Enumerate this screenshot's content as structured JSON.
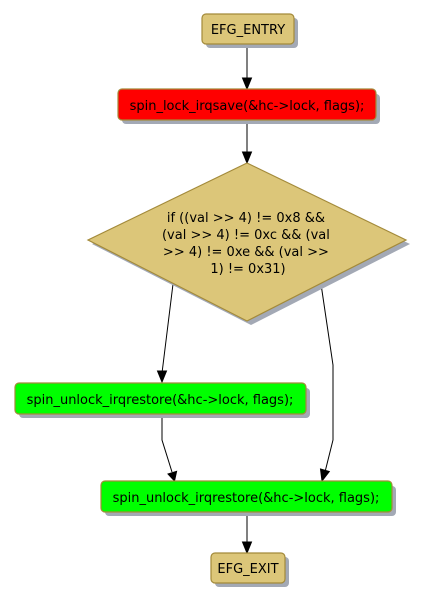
{
  "diagram": {
    "nodes": {
      "entry": {
        "label": "EFG_ENTRY",
        "color": "#DCC679"
      },
      "lock": {
        "label": "spin_lock_irqsave(&hc->lock, flags);",
        "color": "#FF0000"
      },
      "condition": {
        "lines": [
          "if ((val >> 4) != 0x8 &&",
          "(val >> 4) != 0xc && (val",
          ">> 4) != 0xe && (val >>",
          "1) != 0x31)"
        ],
        "color": "#DCC679"
      },
      "unlock_a": {
        "label": "spin_unlock_irqrestore(&hc->lock, flags);",
        "color": "#00FF00"
      },
      "unlock_b": {
        "label": "spin_unlock_irqrestore(&hc->lock, flags);",
        "color": "#00FF00"
      },
      "exit": {
        "label": "EFG_EXIT",
        "color": "#DCC679"
      }
    },
    "colors": {
      "border": "#A38A3A",
      "shadow": "#A3A9B5",
      "edge": "#000000"
    }
  }
}
